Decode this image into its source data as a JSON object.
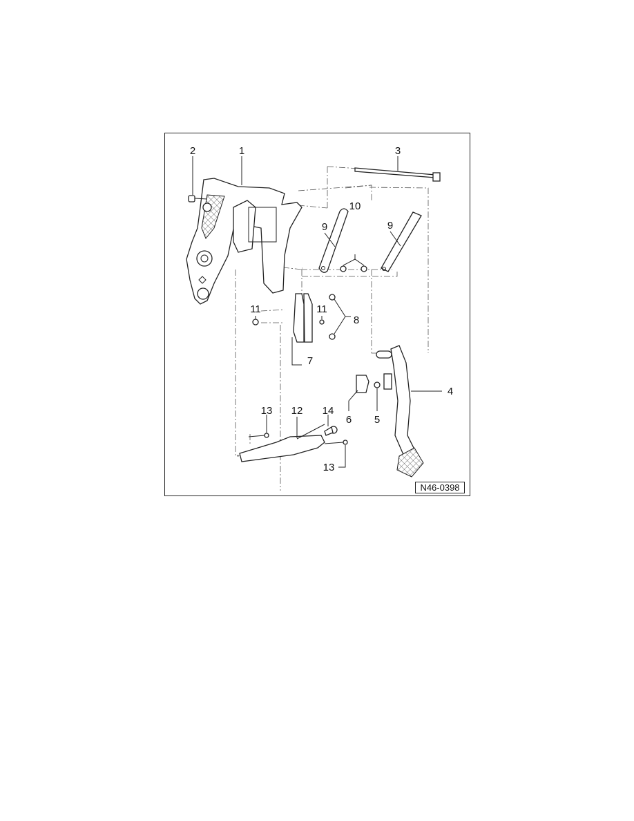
{
  "figure": {
    "id": "N46-0398",
    "callouts": [
      "1",
      "2",
      "3",
      "4",
      "5",
      "6",
      "7",
      "8",
      "9",
      "9",
      "10",
      "11",
      "11",
      "12",
      "13",
      "13",
      "14"
    ]
  }
}
